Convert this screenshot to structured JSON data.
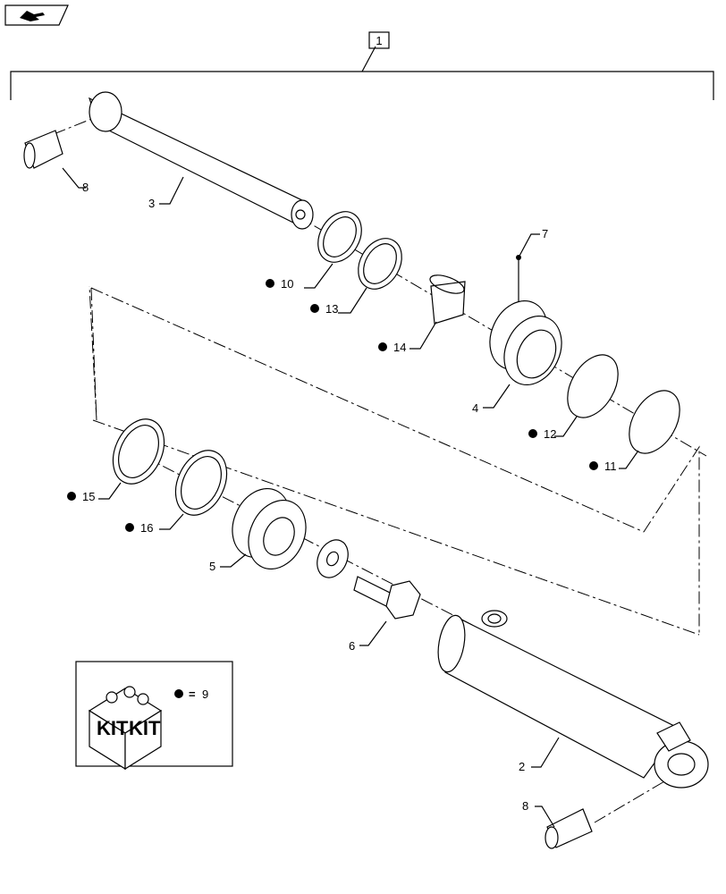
{
  "nav": {
    "icon": "hand-pointing-icon"
  },
  "assembly": {
    "label": "1"
  },
  "parts": [
    {
      "label": "8"
    },
    {
      "label": "3"
    },
    {
      "label": "10"
    },
    {
      "label": "13"
    },
    {
      "label": "7"
    },
    {
      "label": "14"
    },
    {
      "label": "4"
    },
    {
      "label": "12"
    },
    {
      "label": "11"
    },
    {
      "label": "15"
    },
    {
      "label": "16"
    },
    {
      "label": "5"
    },
    {
      "label": "6"
    },
    {
      "label": "2"
    },
    {
      "label": "8"
    }
  ],
  "kit": {
    "box_text_left": "KIT",
    "box_text_right": "KIT",
    "equals_sign": "=",
    "kit_number": "9"
  }
}
